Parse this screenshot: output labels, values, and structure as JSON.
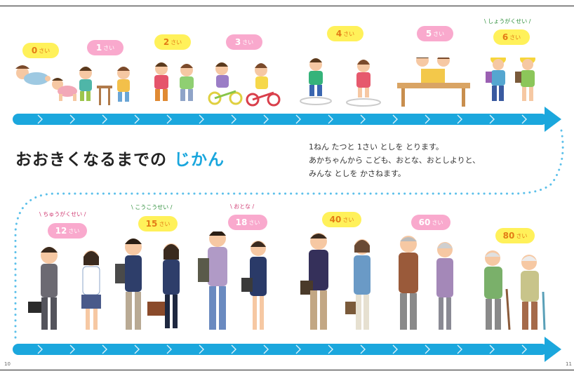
{
  "title": {
    "main": "おおきくなるまでの",
    "accent": "じかん"
  },
  "description": {
    "line1": "1ねん たつと 1さい としを とります。",
    "line2": "あかちゃんから こども、おとな、おとしよりと、",
    "line3": "みんな としを かさねます。"
  },
  "sai_unit": "さい",
  "ages_top": [
    {
      "age": "0",
      "color": "yellow"
    },
    {
      "age": "1",
      "color": "pink"
    },
    {
      "age": "2",
      "color": "yellow"
    },
    {
      "age": "3",
      "color": "pink"
    },
    {
      "age": "4",
      "color": "yellow"
    },
    {
      "age": "5",
      "color": "pink"
    },
    {
      "age": "6",
      "color": "yellow"
    }
  ],
  "ages_bottom": [
    {
      "age": "12",
      "color": "pink"
    },
    {
      "age": "15",
      "color": "yellow"
    },
    {
      "age": "18",
      "color": "pink"
    },
    {
      "age": "40",
      "color": "yellow"
    },
    {
      "age": "60",
      "color": "pink"
    },
    {
      "age": "80",
      "color": "yellow"
    }
  ],
  "stages": {
    "elementary": "しょうがくせい",
    "junior_high": "ちゅうがくせい",
    "high_school": "こうこうせい",
    "adult": "おとな"
  },
  "page_numbers": {
    "left": "10",
    "right": "11"
  },
  "colors": {
    "arrow": "#1ba7dd",
    "accent": "#19a6dd",
    "badge_yellow": "#fff15a",
    "badge_pink": "#f9a9cd",
    "badge_text": "#e37b16"
  }
}
